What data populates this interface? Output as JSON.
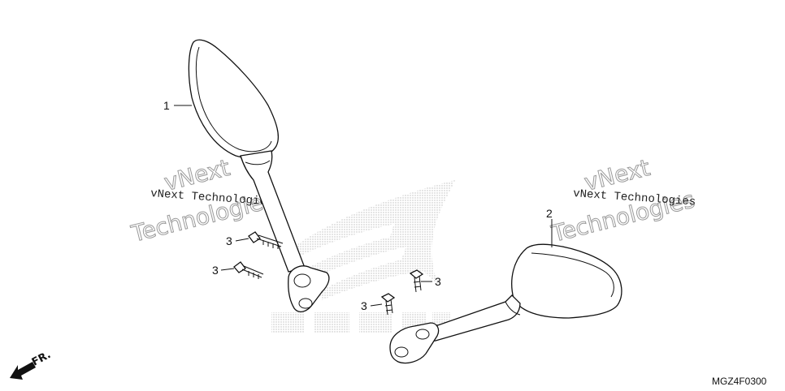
{
  "watermark": {
    "small_text": "vNext Technologies",
    "big_line1": "vNext",
    "big_line2": "Technologies"
  },
  "callouts": {
    "part1": "1",
    "part2": "2",
    "bolt_a": "3",
    "bolt_b": "3",
    "bolt_c": "3",
    "bolt_d": "3"
  },
  "direction_label": "FR.",
  "diagram_code": "MGZ4F0300",
  "colors": {
    "line": "#111111",
    "watermark": "#9a9a9a",
    "logo_dots": "#bdbdbd"
  }
}
